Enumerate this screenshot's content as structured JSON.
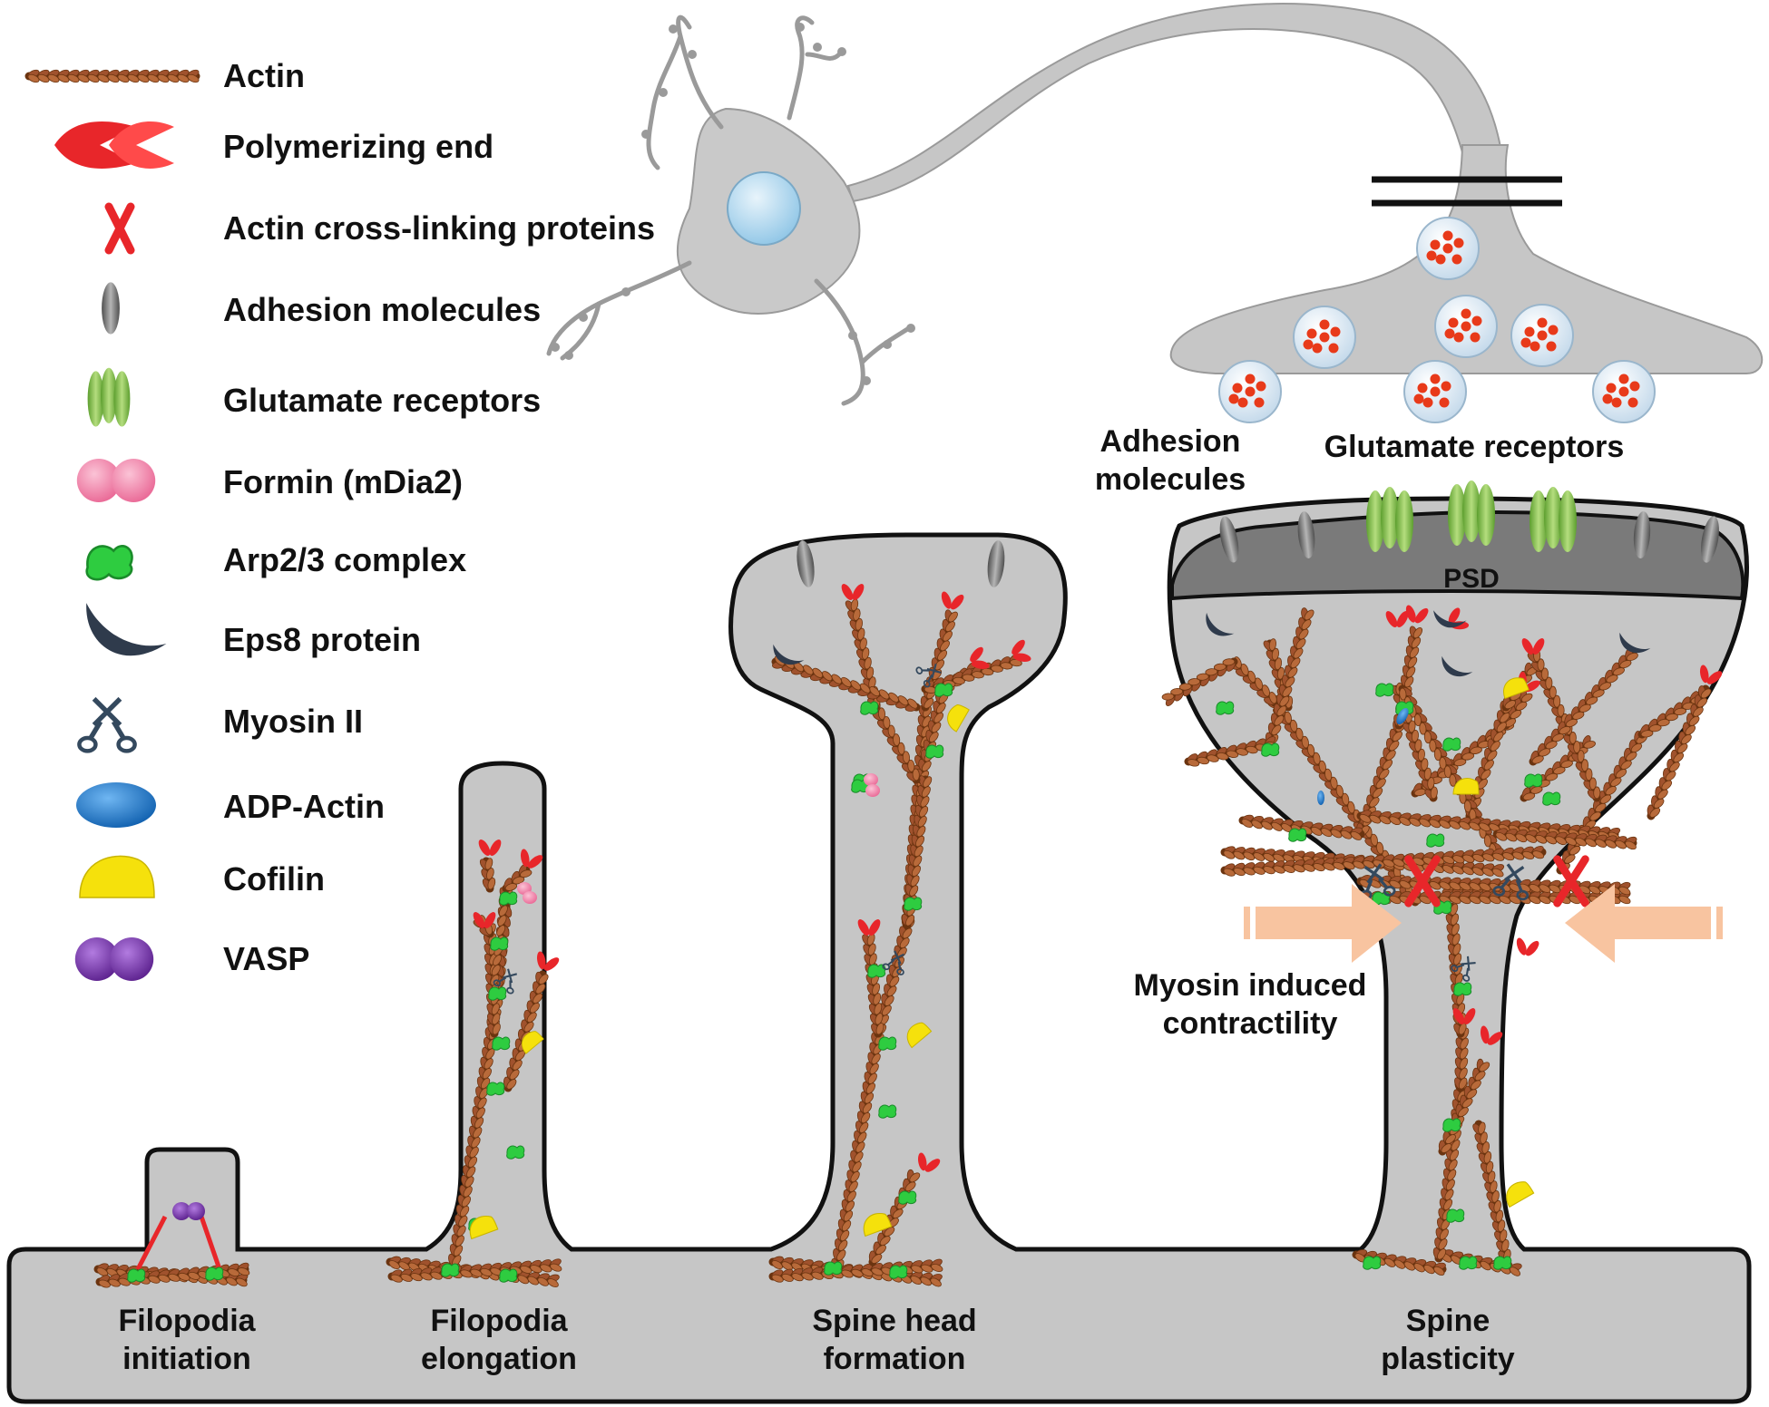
{
  "legend": [
    {
      "key": "actin",
      "label": "Actin"
    },
    {
      "key": "polymerizing-end",
      "label": "Polymerizing end"
    },
    {
      "key": "cross-linking",
      "label": "Actin cross-linking proteins"
    },
    {
      "key": "adhesion",
      "label": "Adhesion molecules"
    },
    {
      "key": "glutamate",
      "label": "Glutamate receptors"
    },
    {
      "key": "formin",
      "label": "Formin (mDia2)"
    },
    {
      "key": "arp23",
      "label": "Arp2/3 complex"
    },
    {
      "key": "eps8",
      "label": "Eps8 protein"
    },
    {
      "key": "myosin",
      "label": "Myosin II"
    },
    {
      "key": "adp-actin",
      "label": "ADP-Actin"
    },
    {
      "key": "cofilin",
      "label": "Cofilin"
    },
    {
      "key": "vasp",
      "label": "VASP"
    }
  ],
  "stages": [
    {
      "line1": "Filopodia",
      "line2": "initiation"
    },
    {
      "line1": "Filopodia",
      "line2": "elongation"
    },
    {
      "line1": "Spine head",
      "line2": "formation"
    },
    {
      "line1": "Spine",
      "line2": "plasticity"
    }
  ],
  "annotations": {
    "adhesion_line1": "Adhesion",
    "adhesion_line2": "molecules",
    "glutamate": "Glutamate receptors",
    "psd": "PSD",
    "myosin_line1": "Myosin induced",
    "myosin_line2": "contractility"
  },
  "colors": {
    "membrane": "#c6c6c6",
    "actin": "#a0522d",
    "polymerizing_end": "#e8262a",
    "cross_linker": "#e8262a",
    "adhesion": "#7f7f7f",
    "glutamate": "#7cb342",
    "formin": "#f07aa0",
    "arp23": "#2ecc40",
    "eps8": "#2f3b4c",
    "myosin": "#34495e",
    "adp_actin": "#1e88e5",
    "cofilin": "#f5e10c",
    "vasp": "#7b2fa8",
    "psd": "#7a7a7a",
    "arrow": "#f8c4a0"
  }
}
